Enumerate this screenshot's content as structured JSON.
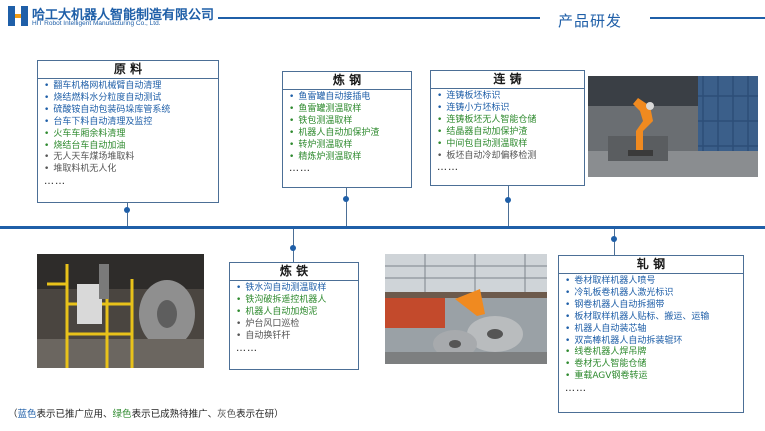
{
  "header": {
    "company_cn": "哈工大机器人智能制造有限公司",
    "company_en": "HIT Robot Intelligent Manufacturing Co., Ltd.",
    "section_title": "产品研发"
  },
  "colors": {
    "applied": "#1f5fa8",
    "mature": "#2e8a2e",
    "research": "#555555"
  },
  "cards": {
    "raw_material": {
      "title": "原 料",
      "items": [
        {
          "text": "翻车机格网机械臂自动清理",
          "status": "blue"
        },
        {
          "text": "烧结燃料水分粒度自动测试",
          "status": "blue"
        },
        {
          "text": "硫酸铵自动包装码垛库管系统",
          "status": "blue"
        },
        {
          "text": "台车下料自动清理及监控",
          "status": "blue"
        },
        {
          "text": "火车车厢余料清理",
          "status": "green"
        },
        {
          "text": "烧结台车自动加油",
          "status": "green"
        },
        {
          "text": "无人天车煤场堆取料",
          "status": "gray"
        },
        {
          "text": "堆取料机无人化",
          "status": "gray"
        }
      ],
      "more": "……"
    },
    "steelmaking": {
      "title": "炼 钢",
      "items": [
        {
          "text": "鱼雷罐自动接插电",
          "status": "blue"
        },
        {
          "text": "鱼雷罐测温取样",
          "status": "green"
        },
        {
          "text": "铁包测温取样",
          "status": "green"
        },
        {
          "text": "机器人自动加保护渣",
          "status": "green"
        },
        {
          "text": "转炉测温取样",
          "status": "green"
        },
        {
          "text": "精炼炉测温取样",
          "status": "green"
        }
      ],
      "more": "……"
    },
    "casting": {
      "title": "连 铸",
      "items": [
        {
          "text": "连铸板坯标识",
          "status": "blue"
        },
        {
          "text": "连铸小方坯标识",
          "status": "blue"
        },
        {
          "text": "连铸板坯无人智能仓储",
          "status": "green"
        },
        {
          "text": "结晶器自动加保护渣",
          "status": "green"
        },
        {
          "text": "中间包自动测温取样",
          "status": "green"
        },
        {
          "text": "板坯自动冷却偏移检测",
          "status": "gray"
        }
      ],
      "more": "……"
    },
    "ironmaking": {
      "title": "炼 铁",
      "items": [
        {
          "text": "铁水沟自动测温取样",
          "status": "blue"
        },
        {
          "text": "铁沟破拆遥控机器人",
          "status": "green"
        },
        {
          "text": "机器人自动加炮泥",
          "status": "green"
        },
        {
          "text": "炉台风口巡检",
          "status": "gray"
        },
        {
          "text": "自动换钎杆",
          "status": "gray"
        }
      ],
      "more": "……"
    },
    "rolling": {
      "title": "轧 钢",
      "items": [
        {
          "text": "卷材取样机器人喷号",
          "status": "blue"
        },
        {
          "text": "冷轧板卷机器人激光标识",
          "status": "blue"
        },
        {
          "text": "钢卷机器人自动拆捆带",
          "status": "blue"
        },
        {
          "text": "板材取样机器人贴标、搬运、运输",
          "status": "blue"
        },
        {
          "text": "机器人自动装芯轴",
          "status": "blue"
        },
        {
          "text": "双高棒机器人自动拆装辊环",
          "status": "blue"
        },
        {
          "text": "线卷机器人焊吊牌",
          "status": "green"
        },
        {
          "text": "卷材无人智能仓储",
          "status": "green"
        },
        {
          "text": "重载AGV钢卷转运",
          "status": "green"
        }
      ],
      "more": "……"
    }
  },
  "footnote": {
    "open": "（",
    "blue_word": "蓝色",
    "part1": "表示已推广应用、",
    "green_word": "绿色",
    "part2": "表示已成熟待推广、",
    "gray_word": "灰色",
    "part3": "表示在研）"
  }
}
